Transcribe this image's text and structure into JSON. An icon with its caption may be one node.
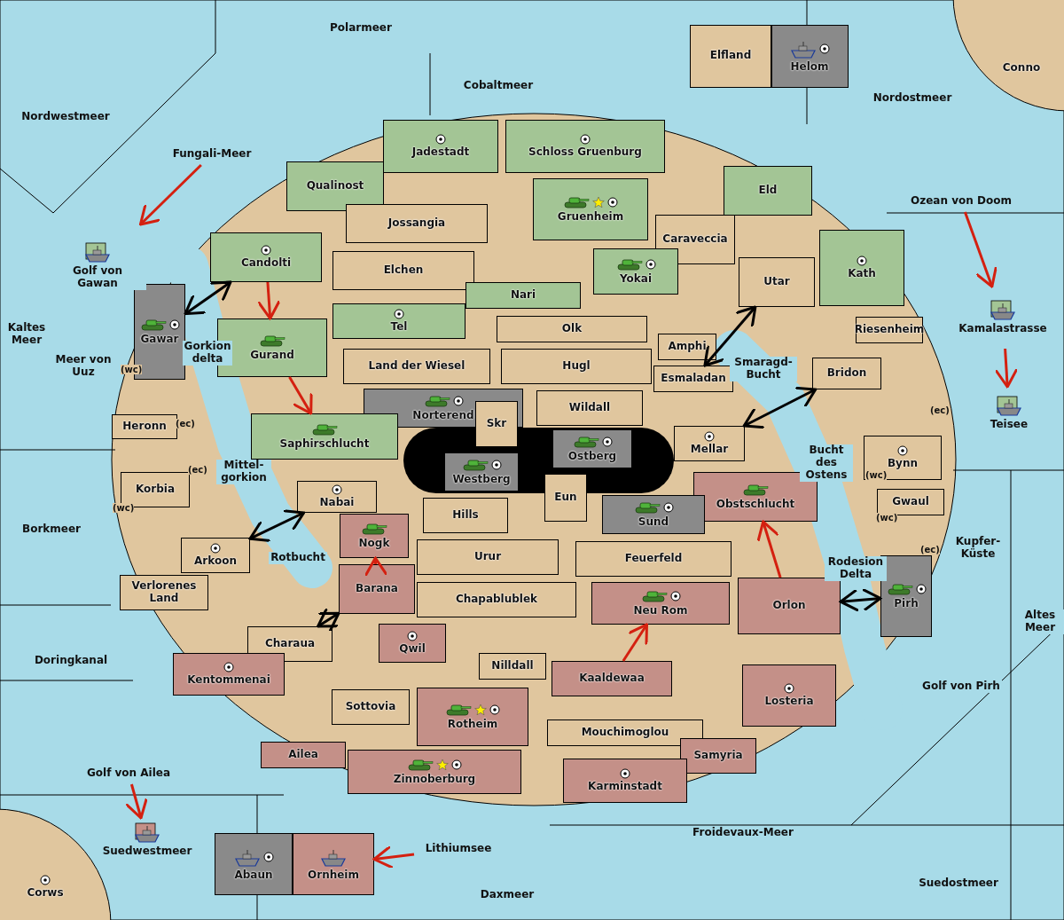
{
  "diagram": {
    "nodes": [
      {
        "text": [
          "Polarmeer"
        ]
      },
      {
        "text": [
          "Elfland"
        ]
      },
      {
        "text": [
          "Helom"
        ]
      },
      {
        "text": [
          "Conno"
        ]
      },
      {
        "text": [
          "Cobaltmeer"
        ]
      },
      {
        "text": [
          "Nordwestmeer"
        ]
      },
      {
        "text": [
          "Nordostmeer"
        ]
      },
      {
        "text": [
          "Jadestadt"
        ]
      },
      {
        "text": [
          "Schloss Gruenburg"
        ]
      },
      {
        "text": [
          "Fungali-Meer"
        ]
      },
      {
        "text": [
          "Qualinost"
        ]
      },
      {
        "text": [
          "Gruenheim"
        ]
      },
      {
        "text": [
          "Eld"
        ]
      },
      {
        "text": [
          "Ozean von Doom"
        ]
      },
      {
        "text": [
          "Jossangia"
        ]
      },
      {
        "text": [
          "Caraveccia"
        ]
      },
      {
        "text": [
          "Candolti"
        ]
      },
      {
        "text": [
          "Yokai"
        ]
      },
      {
        "text": [
          "Elchen"
        ]
      },
      {
        "text": [
          "Golf von Gawan"
        ]
      },
      {
        "text": [
          "Utar"
        ]
      },
      {
        "text": [
          "Kath"
        ]
      },
      {
        "text": [
          "Nari"
        ]
      },
      {
        "text": [
          "Kamalastrasse"
        ]
      },
      {
        "text": [
          "Tel"
        ]
      },
      {
        "text": [
          "Olk"
        ]
      },
      {
        "text": [
          "Kaltes Meer"
        ]
      },
      {
        "text": [
          "Riesenheim"
        ]
      },
      {
        "text": [
          "Gawar"
        ]
      },
      {
        "text": [
          "Gorkion delta"
        ]
      },
      {
        "text": [
          "Amphi"
        ]
      },
      {
        "text": [
          "Meer von Uuz"
        ]
      },
      {
        "text": [
          "Gurand"
        ]
      },
      {
        "text": [
          "Land der Wiesel"
        ]
      },
      {
        "text": [
          "Hugl"
        ]
      },
      {
        "text": [
          "Smaragd-Bucht"
        ]
      },
      {
        "text": [
          "Bridon"
        ]
      },
      {
        "text": [
          "Esmaladan"
        ]
      },
      {
        "text": [
          "Norterend"
        ]
      },
      {
        "text": [
          "Wildall"
        ]
      },
      {
        "text": [
          "Heronn"
        ]
      },
      {
        "text": [
          "Teisee"
        ]
      },
      {
        "text": [
          "Skr"
        ]
      },
      {
        "text": [
          "Ostberg"
        ]
      },
      {
        "text": [
          "Mellar"
        ]
      },
      {
        "text": [
          "Saphirschlucht"
        ]
      },
      {
        "text": [
          "Bucht des Ostens"
        ]
      },
      {
        "text": [
          "Mittel-gorkion"
        ]
      },
      {
        "text": [
          "Westberg"
        ]
      },
      {
        "text": [
          "Obstschlucht"
        ]
      },
      {
        "text": [
          "Bynn"
        ]
      },
      {
        "text": [
          "Korbia"
        ]
      },
      {
        "text": [
          "Nabai"
        ]
      },
      {
        "text": [
          "Hills"
        ]
      },
      {
        "text": [
          "Eun"
        ]
      },
      {
        "text": [
          "Sund"
        ]
      },
      {
        "text": [
          "Gwaul"
        ]
      },
      {
        "text": [
          "Nogk"
        ]
      },
      {
        "text": [
          "Borkmeer"
        ]
      },
      {
        "text": [
          "Urur"
        ]
      },
      {
        "text": [
          "Feuerfeld"
        ]
      },
      {
        "text": [
          "Kupfer-Küste"
        ]
      },
      {
        "text": [
          "Rotbucht"
        ]
      },
      {
        "text": [
          "Arkoon"
        ]
      },
      {
        "text": [
          "Rodesion Delta"
        ]
      },
      {
        "text": [
          "Barana"
        ]
      },
      {
        "text": [
          "Verlorenes Land"
        ]
      },
      {
        "text": [
          "Chapablublek"
        ]
      },
      {
        "text": [
          "Neu Rom"
        ]
      },
      {
        "text": [
          "Pirh"
        ]
      },
      {
        "text": [
          "Orlon"
        ]
      },
      {
        "text": [
          "Altes Meer"
        ]
      },
      {
        "text": [
          "Charaua"
        ]
      },
      {
        "text": [
          "Qwil"
        ]
      },
      {
        "text": [
          "Doringkanal"
        ]
      },
      {
        "text": [
          "Nilldall"
        ]
      },
      {
        "text": [
          "Kaaldewaa"
        ]
      },
      {
        "text": [
          "Kentommenai"
        ]
      },
      {
        "text": [
          "Golf von Pirh"
        ]
      },
      {
        "text": [
          "Losteria"
        ]
      },
      {
        "text": [
          "Sottovia"
        ]
      },
      {
        "text": [
          "Rotheim"
        ]
      },
      {
        "text": [
          "Mouchimoglou"
        ]
      },
      {
        "text": [
          "Ailea"
        ]
      },
      {
        "text": [
          "Samyria"
        ]
      },
      {
        "text": [
          "Zinnoberburg"
        ]
      },
      {
        "text": [
          "Golf von Ailea"
        ]
      },
      {
        "text": [
          "Karminstadt"
        ]
      },
      {
        "text": [
          "Froidevaux-Meer"
        ]
      },
      {
        "text": [
          "Suedwestmeer"
        ]
      },
      {
        "text": [
          "Lithiumsee"
        ]
      },
      {
        "text": [
          "Abaun"
        ]
      },
      {
        "text": [
          "Ornheim"
        ]
      },
      {
        "text": [
          "Suedostmeer"
        ]
      },
      {
        "text": [
          "Daxmeer"
        ]
      },
      {
        "text": [
          "Corws"
        ]
      }
    ],
    "edges": [
      {
        "from": 9,
        "to": 19,
        "arrow": "to"
      },
      {
        "from": 16,
        "to": 32,
        "arrow": "to"
      },
      {
        "from": 32,
        "to": 45,
        "arrow": "to"
      },
      {
        "from": 13,
        "to": 23,
        "arrow": "to"
      },
      {
        "from": 23,
        "to": 41,
        "arrow": "to"
      },
      {
        "from": 65,
        "to": 57,
        "arrow": "to"
      },
      {
        "from": 70,
        "to": 49,
        "arrow": "to"
      },
      {
        "from": 76,
        "to": 68,
        "arrow": "to"
      },
      {
        "from": 86,
        "to": 89,
        "arrow": "to"
      },
      {
        "from": 90,
        "to": 92,
        "arrow": "to"
      },
      {
        "from": 28,
        "to": 16,
        "arrow": "both",
        "color": "#000000"
      },
      {
        "from": 63,
        "to": 52,
        "arrow": "both",
        "color": "#000000"
      },
      {
        "from": 72,
        "to": 65,
        "arrow": "both",
        "color": "#000000"
      },
      {
        "from": 37,
        "to": 20,
        "arrow": "both",
        "color": "#000000"
      },
      {
        "from": 44,
        "to": 36,
        "arrow": "both",
        "color": "#000000"
      },
      {
        "from": 70,
        "to": 69,
        "arrow": "both",
        "color": "#000000"
      }
    ],
    "labels": [
      "(wc)",
      "(ec)",
      "(ec)",
      "(ec)",
      "(wc)",
      "(wc)",
      "(wc)",
      "(ec)"
    ]
  }
}
